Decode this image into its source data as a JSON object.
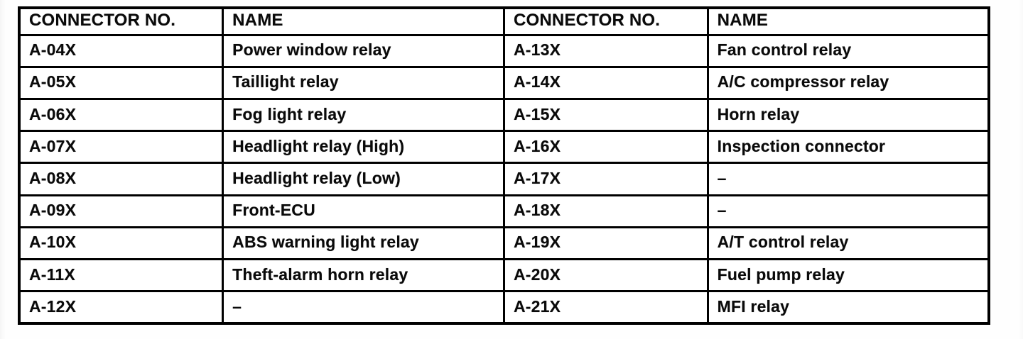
{
  "table": {
    "headers": [
      "CONNECTOR NO.",
      "NAME",
      "CONNECTOR NO.",
      "NAME"
    ],
    "rows": [
      [
        "A-04X",
        "Power window relay",
        "A-13X",
        "Fan control relay"
      ],
      [
        "A-05X",
        "Taillight relay",
        "A-14X",
        "A/C compressor relay"
      ],
      [
        "A-06X",
        "Fog light relay",
        "A-15X",
        "Horn relay"
      ],
      [
        "A-07X",
        "Headlight relay (High)",
        "A-16X",
        "Inspection connector"
      ],
      [
        "A-08X",
        "Headlight relay (Low)",
        "A-17X",
        "–"
      ],
      [
        "A-09X",
        "Front-ECU",
        "A-18X",
        "–"
      ],
      [
        "A-10X",
        "ABS warning light relay",
        "A-19X",
        "A/T control relay"
      ],
      [
        "A-11X",
        "Theft-alarm horn relay",
        "A-20X",
        "Fuel pump relay"
      ],
      [
        "A-12X",
        "–",
        "A-21X",
        "MFI relay"
      ]
    ],
    "colors": {
      "border": "#000000",
      "text": "#0a0a0a",
      "background": "#ffffff"
    }
  }
}
